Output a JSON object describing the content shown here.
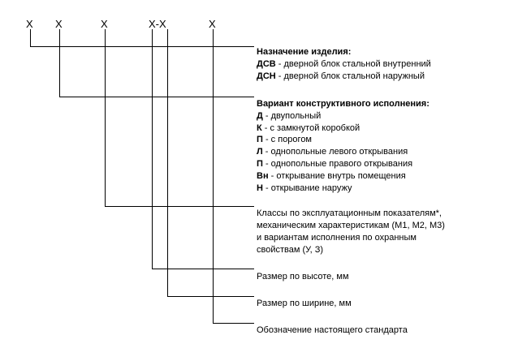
{
  "code_chars": [
    "X",
    "X",
    "X",
    "X-X",
    "X"
  ],
  "sections": {
    "purpose": {
      "title": "Назначение изделия:",
      "items": [
        {
          "code": "ДСВ",
          "text": " - дверной блок стальной внутренний"
        },
        {
          "code": "ДСН",
          "text": " - дверной блок стальной наружный"
        }
      ]
    },
    "variant": {
      "title": "Вариант конструктивного исполнения:",
      "items": [
        {
          "code": "Д",
          "text": " - двупольный"
        },
        {
          "code": "К",
          "text": " - с замкнутой коробкой"
        },
        {
          "code": "П",
          "text": " - с порогом"
        },
        {
          "code": "Л",
          "text": " - однопольные левого открывания"
        },
        {
          "code": "П",
          "text": " - однопольные правого открывания"
        },
        {
          "code": "Вн",
          "text": " - открывание внутрь помещения"
        },
        {
          "code": "Н",
          "text": " - открывание наружу"
        }
      ]
    },
    "classes": {
      "lines": [
        "Классы по эксплуатационным показателям*,",
        "механическим характеристикам (М1, М2, М3)",
        "и вариантам исполнения по охранным",
        "свойствам (У, З)"
      ]
    },
    "height": {
      "label": "Размер по высоте, мм"
    },
    "width": {
      "label": "Размер по ширине, мм"
    },
    "standard": {
      "label": "Обозначение настоящего стандарта"
    }
  }
}
